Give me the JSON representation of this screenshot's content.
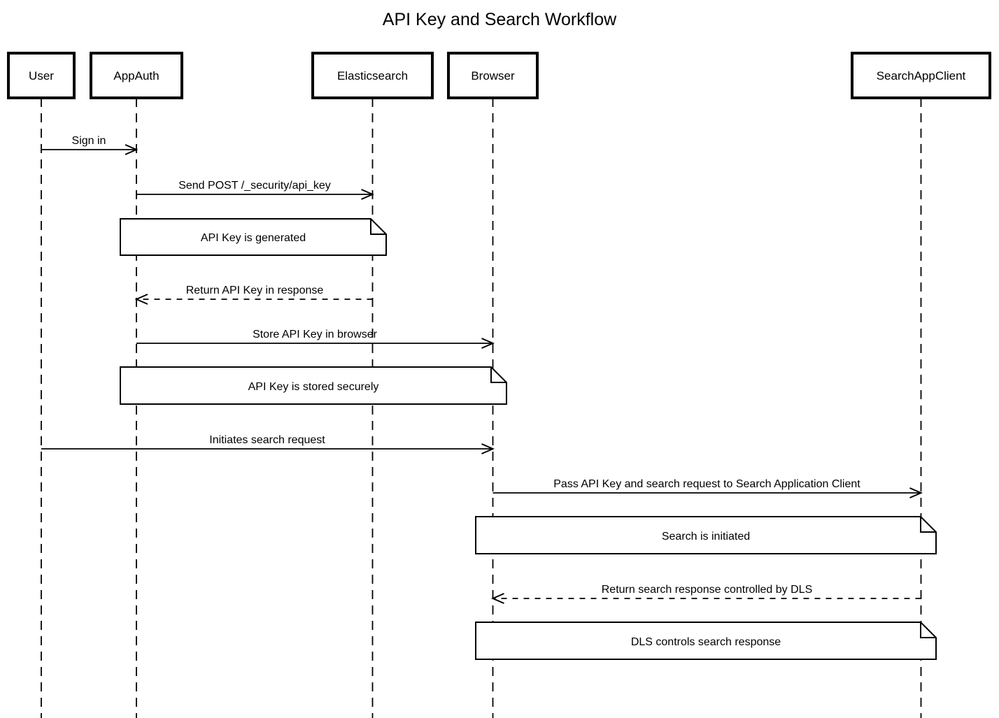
{
  "title": "API Key and Search Workflow",
  "participants": [
    {
      "id": "user",
      "label": "User"
    },
    {
      "id": "appauth",
      "label": "AppAuth"
    },
    {
      "id": "elasticsearch",
      "label": "Elasticsearch"
    },
    {
      "id": "browser",
      "label": "Browser"
    },
    {
      "id": "searchappclient",
      "label": "SearchAppClient"
    }
  ],
  "messages": [
    {
      "from": "User",
      "to": "AppAuth",
      "label": "Sign in",
      "style": "solid"
    },
    {
      "from": "AppAuth",
      "to": "Elasticsearch",
      "label": "Send POST /_security/api_key",
      "style": "solid"
    },
    {
      "from": "Elasticsearch",
      "to": "AppAuth",
      "label": "Return API Key in response",
      "style": "dashed"
    },
    {
      "from": "AppAuth",
      "to": "Browser",
      "label": "Store API Key in browser",
      "style": "solid"
    },
    {
      "from": "User",
      "to": "Browser",
      "label": "Initiates search request",
      "style": "solid"
    },
    {
      "from": "Browser",
      "to": "SearchAppClient",
      "label": "Pass API Key and search request to Search Application Client",
      "style": "solid"
    },
    {
      "from": "SearchAppClient",
      "to": "Browser",
      "label": "Return search response controlled by DLS",
      "style": "dashed"
    }
  ],
  "notes": [
    {
      "over": "AppAuth, Elasticsearch",
      "label": "API Key is generated"
    },
    {
      "over": "AppAuth, Browser",
      "label": "API Key is stored securely"
    },
    {
      "over": "Browser, SearchAppClient",
      "label": "Search is initiated"
    },
    {
      "over": "Browser, SearchAppClient",
      "label": "DLS controls search response"
    }
  ],
  "colors": {
    "line": "#000000",
    "fill": "#ffffff",
    "background": "#ffffff"
  }
}
